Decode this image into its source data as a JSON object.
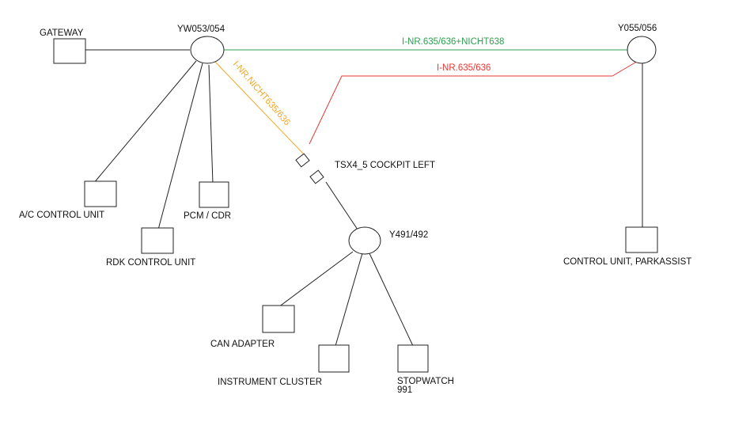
{
  "colors": {
    "line": "#222222",
    "text": "#111111",
    "green_link": "#2e9e4f",
    "red_link": "#e53935",
    "orange_link": "#f5a623"
  },
  "nodes": {
    "yw053": "YW053/054",
    "y055": "Y055/056",
    "y491": "Y491/492"
  },
  "modules": {
    "gateway": "GATEWAY",
    "ac_control": "A/C CONTROL UNIT",
    "rdk_control": "RDK CONTROL UNIT",
    "pcm_cdr": "PCM / CDR",
    "parkassist": "CONTROL UNIT, PARKASSIST",
    "can_adapter": "CAN ADAPTER",
    "instrument_cluster": "INSTRUMENT CLUSTER",
    "stopwatch_line1": "STOPWATCH",
    "stopwatch_line2": "991"
  },
  "connector": {
    "label": "TSX4_5 COCKPIT LEFT"
  },
  "links": {
    "green": "I-NR.635/636+NICHT638",
    "red": "I-NR.635/636",
    "orange": "I-NR.NICHT635/636"
  }
}
